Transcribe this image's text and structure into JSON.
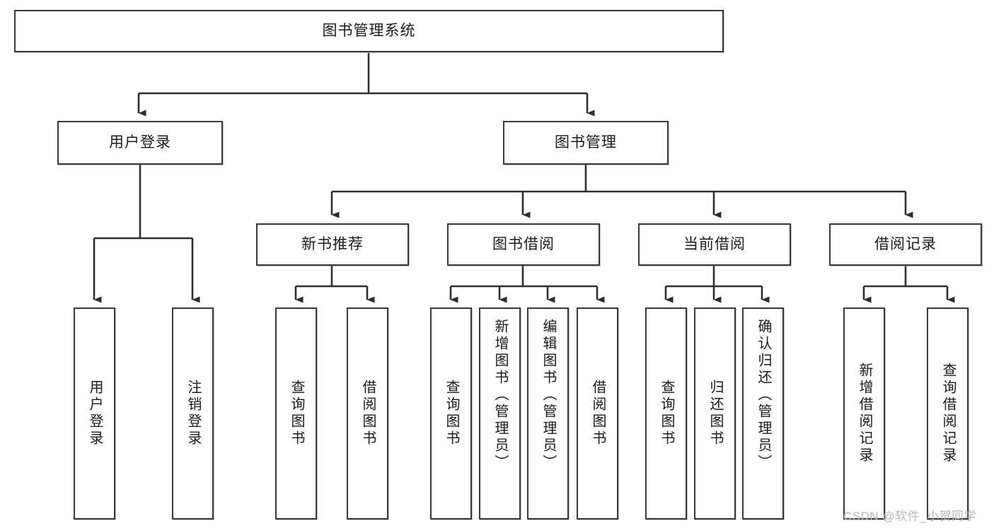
{
  "diagram": {
    "type": "tree",
    "title": "图书管理系统",
    "root": {
      "label": "图书管理系统"
    },
    "level2": [
      {
        "label": "用户登录"
      },
      {
        "label": "图书管理"
      }
    ],
    "level3": [
      {
        "label": "新书推荐"
      },
      {
        "label": "图书借阅"
      },
      {
        "label": "当前借阅"
      },
      {
        "label": "借阅记录"
      }
    ],
    "leaves": {
      "user_login": [
        {
          "label": "用户登录"
        },
        {
          "label": "注销登录"
        }
      ],
      "new_book_recommend": [
        {
          "label": "查询图书"
        },
        {
          "label": "借阅图书"
        }
      ],
      "book_borrow": [
        {
          "label": "查询图书"
        },
        {
          "label": "新增图书（管理员）"
        },
        {
          "label": "编辑图书（管理员）"
        },
        {
          "label": "借阅图书"
        }
      ],
      "current_borrow": [
        {
          "label": "查询图书"
        },
        {
          "label": "归还图书"
        },
        {
          "label": "确认归还（管理员）"
        }
      ],
      "borrow_record": [
        {
          "label": "新增借阅记录"
        },
        {
          "label": "查询借阅记录"
        }
      ]
    }
  },
  "watermark": {
    "text": "CSDN @软件_小贺同学"
  },
  "colors": {
    "box_border": "#3a3a3a",
    "box_fill": "#ffffff",
    "connector": "#2f2f2f",
    "text": "#1b1b1b",
    "watermark": "#b9b9b9",
    "background": "#ffffff"
  }
}
